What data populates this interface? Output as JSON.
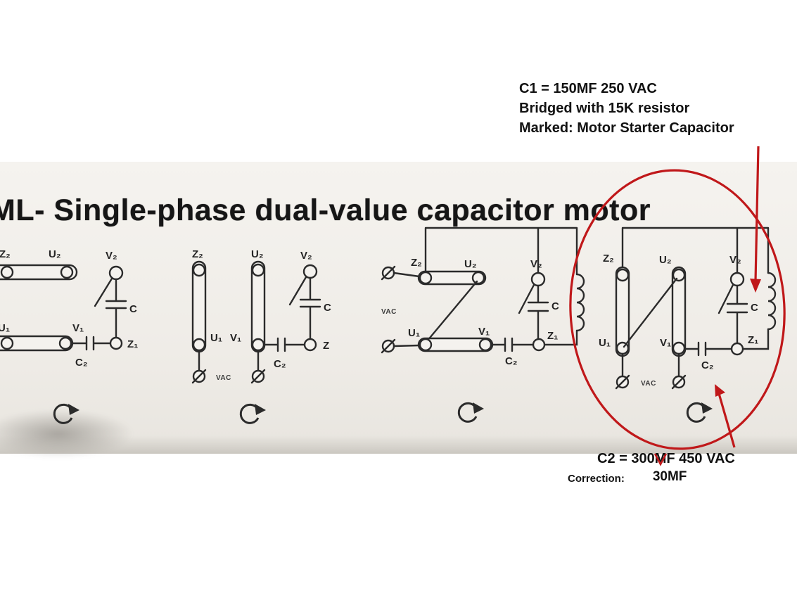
{
  "colors": {
    "paper": "#ffffff",
    "scan_paper": "#f1eee9",
    "ink": "#2b2b2b",
    "accent_red": "#c0181a"
  },
  "title": "ML- Single-phase dual-value capacitor motor",
  "annotations": {
    "c1_line1": "C1 = 150MF 250 VAC",
    "c1_line2": "Bridged with 15K resistor",
    "c1_line3": "Marked: Motor Starter Capacitor",
    "c2_line": "C2 = 300MF 450 VAC",
    "correction_label": "Correction:",
    "correction_value": "30MF"
  },
  "diagrams": [
    {
      "z2": "Z₂",
      "u2": "U₂",
      "v2": "V₂",
      "u1": "U₁",
      "v1": "V₁",
      "z1": "Z₁",
      "c": "C",
      "c2": "C₂"
    },
    {
      "z2": "Z₂",
      "u2": "U₂",
      "v2": "V₂",
      "u1": "U₁",
      "v1": "V₁",
      "z1": "Z",
      "c": "C",
      "c2": "C₂",
      "vac": "VAC"
    },
    {
      "z2": "Z₂",
      "u2": "U₂",
      "v2": "V₂",
      "u1": "U₁",
      "v1": "V₁",
      "z1": "Z₁",
      "c": "C",
      "c2": "C₂",
      "vac": "VAC"
    },
    {
      "z2": "Z₂",
      "u2": "U₂",
      "v2": "V₂",
      "u1": "U₁",
      "v1": "V₁",
      "z1": "Z₁",
      "c": "C",
      "c2": "C₂",
      "vac": "VAC"
    }
  ]
}
